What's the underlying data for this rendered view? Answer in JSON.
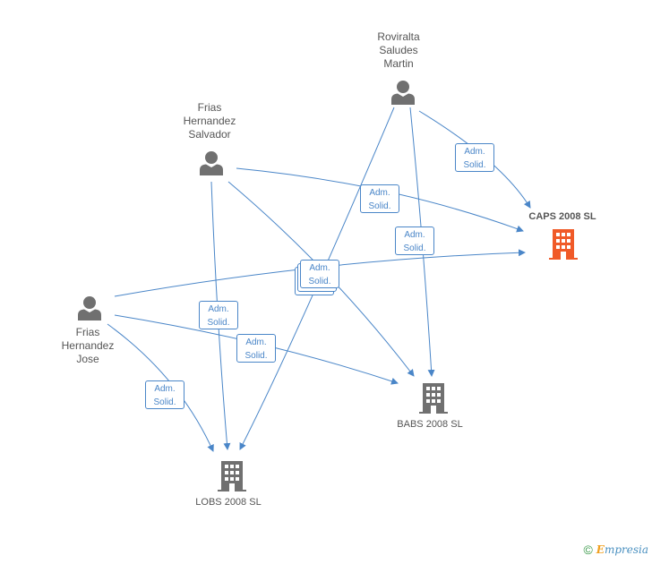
{
  "persons": [
    {
      "id": "roviralta",
      "name": "Roviralta\nSaludes\nMartin"
    },
    {
      "id": "frias-salvador",
      "name": "Frias\nHernandez\nSalvador"
    },
    {
      "id": "frias-jose",
      "name": "Frias\nHernandez\nJose"
    }
  ],
  "companies": [
    {
      "id": "caps",
      "name": "CAPS 2008 SL",
      "focus": true
    },
    {
      "id": "babs",
      "name": "BABS 2008 SL",
      "focus": false
    },
    {
      "id": "lobs",
      "name": "LOBS 2008 SL",
      "focus": false
    }
  ],
  "role": {
    "line1": "Adm.",
    "line2": "Solid."
  },
  "colors": {
    "edge": "#4a86c8",
    "person_icon": "#707070",
    "company_icon": "#707070",
    "focus_company_icon": "#f05a28"
  },
  "footer": {
    "copyright": "©",
    "brand_initial": "E",
    "brand_rest": "mpresia"
  }
}
